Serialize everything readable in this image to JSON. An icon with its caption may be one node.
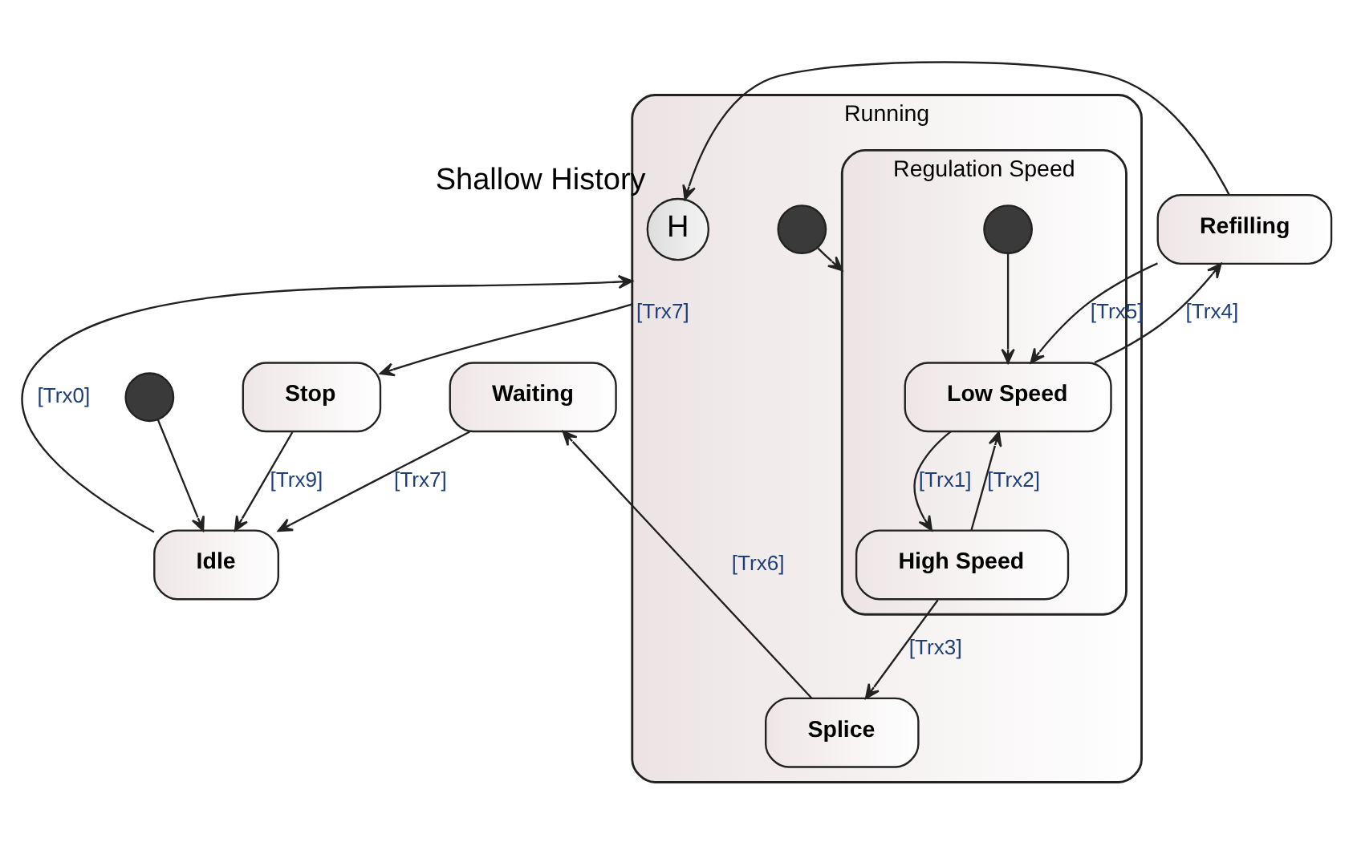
{
  "diagram": {
    "nodes": [
      {
        "text": [],
        "shape": "circle"
      },
      {
        "text": [
          "Idle"
        ]
      },
      {
        "text": [
          "Stop"
        ]
      },
      {
        "text": [
          "Waiting"
        ]
      },
      {
        "text": [
          "Refilling"
        ]
      },
      {
        "text": [
          "Running"
        ]
      },
      {
        "text": [],
        "shape": "circle",
        "in": 5
      },
      {
        "text": [
          "Regulation Speed"
        ],
        "in": 5
      },
      {
        "text": [
          "Low Speed"
        ],
        "in": 7
      },
      {
        "text": [],
        "shape": "circle",
        "in": 7
      },
      {
        "text": [
          "High Speed"
        ],
        "in": 7
      },
      {
        "text": [
          "Splice"
        ],
        "in": 5
      },
      {
        "text": [
          "H"
        ],
        "beside": [
          "Shallow History"
        ],
        "in": 5
      }
    ],
    "edges": [
      {
        "from": 0,
        "to": 1,
        "arrow": "to"
      },
      {
        "from": 1,
        "to": 5,
        "label": "[Trx0]",
        "arrow": "to"
      },
      {
        "from": 2,
        "to": 1,
        "label": "[Trx9]",
        "arrow": "to"
      },
      {
        "from": 5,
        "to": 2,
        "label": "[Trx7]",
        "arrow": "to"
      },
      {
        "from": 6,
        "to": 7,
        "arrow": "to"
      },
      {
        "from": 9,
        "to": 8,
        "arrow": "to"
      },
      {
        "from": 8,
        "to": 10,
        "label": "[Trx1]",
        "arrow": "to"
      },
      {
        "from": 10,
        "to": 8,
        "label": "[Trx2]",
        "arrow": "to"
      },
      {
        "from": 8,
        "to": 4,
        "label": "[Trx4]",
        "arrow": "to"
      },
      {
        "from": 4,
        "to": 8,
        "label": "[Trx5]",
        "arrow": "to"
      },
      {
        "from": 10,
        "to": 11,
        "label": "[Trx3]",
        "arrow": "to"
      },
      {
        "from": 11,
        "to": 3,
        "label": "[Trx6]",
        "arrow": "to"
      },
      {
        "from": 3,
        "to": 1,
        "label": "[Trx7]",
        "arrow": "to"
      },
      {
        "from": 4,
        "to": 12,
        "arrow": "to"
      }
    ]
  }
}
